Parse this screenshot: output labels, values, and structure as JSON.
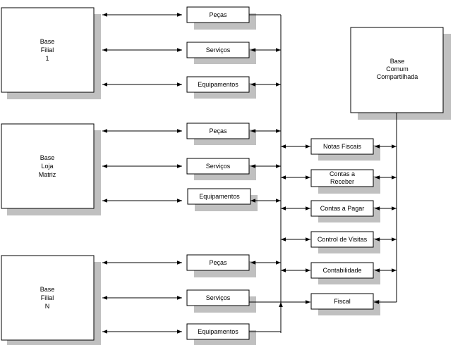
{
  "colors": {
    "shadow": "#c0c0c0",
    "box_fill": "#ffffff",
    "stroke": "#000000"
  },
  "databases": {
    "filial_1": [
      "Base",
      "Filial",
      "1"
    ],
    "loja_matriz": [
      "Base",
      "Loja",
      "Matriz"
    ],
    "filial_n": [
      "Base",
      "Filial",
      "N"
    ],
    "comum": [
      "Base",
      "Comum",
      "Compartilhada"
    ]
  },
  "modules": {
    "filial_1": [
      "Peças",
      "Serviços",
      "Equipamentos"
    ],
    "loja_matriz": [
      "Peças",
      "Serviços",
      "Equipamentos"
    ],
    "filial_n": [
      "Peças",
      "Serviços",
      "Equipamentos"
    ]
  },
  "shared_modules": [
    [
      "Notas Fiscais"
    ],
    [
      "Contas a",
      "Receber"
    ],
    [
      "Contas a Pagar"
    ],
    [
      "Control de Visitas"
    ],
    [
      "Contabilidade"
    ],
    [
      "Fiscal"
    ]
  ]
}
